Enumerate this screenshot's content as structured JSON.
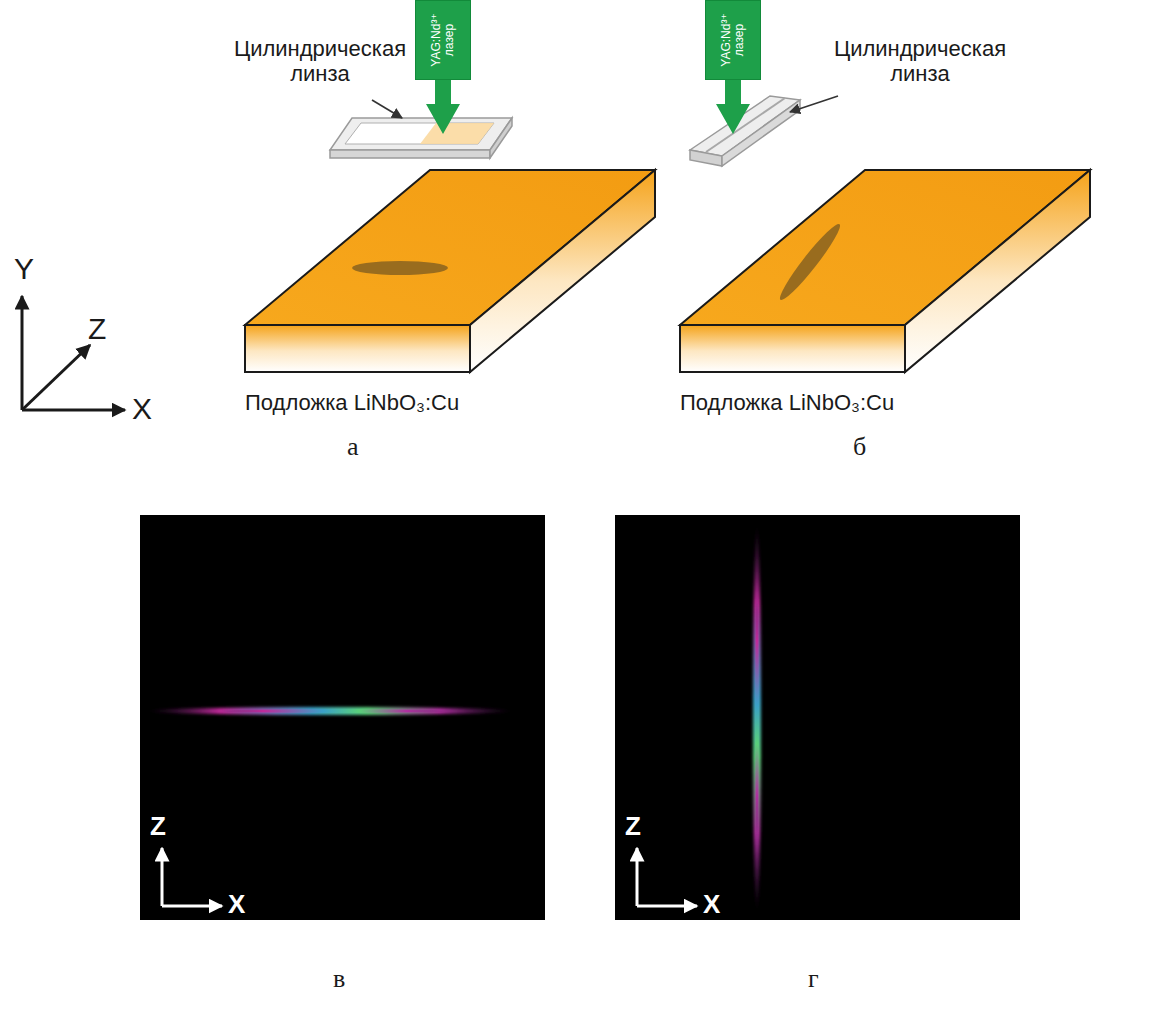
{
  "diagram": {
    "nodes": [
      {
        "text": [
          "YAG:Nd³⁺ лазер"
        ]
      },
      {
        "text": [
          "YAG:Nd³⁺ лазер"
        ]
      }
    ],
    "labels": [
      "Цилиндрическая линза",
      "Цилиндрическая линза",
      "Y",
      "Z",
      "X",
      "Подложка LiNbO₃:Cu",
      "Подложка LiNbO₃:Cu",
      "а",
      "б",
      "Z",
      "X",
      "в",
      "Z",
      "X",
      "г"
    ]
  }
}
